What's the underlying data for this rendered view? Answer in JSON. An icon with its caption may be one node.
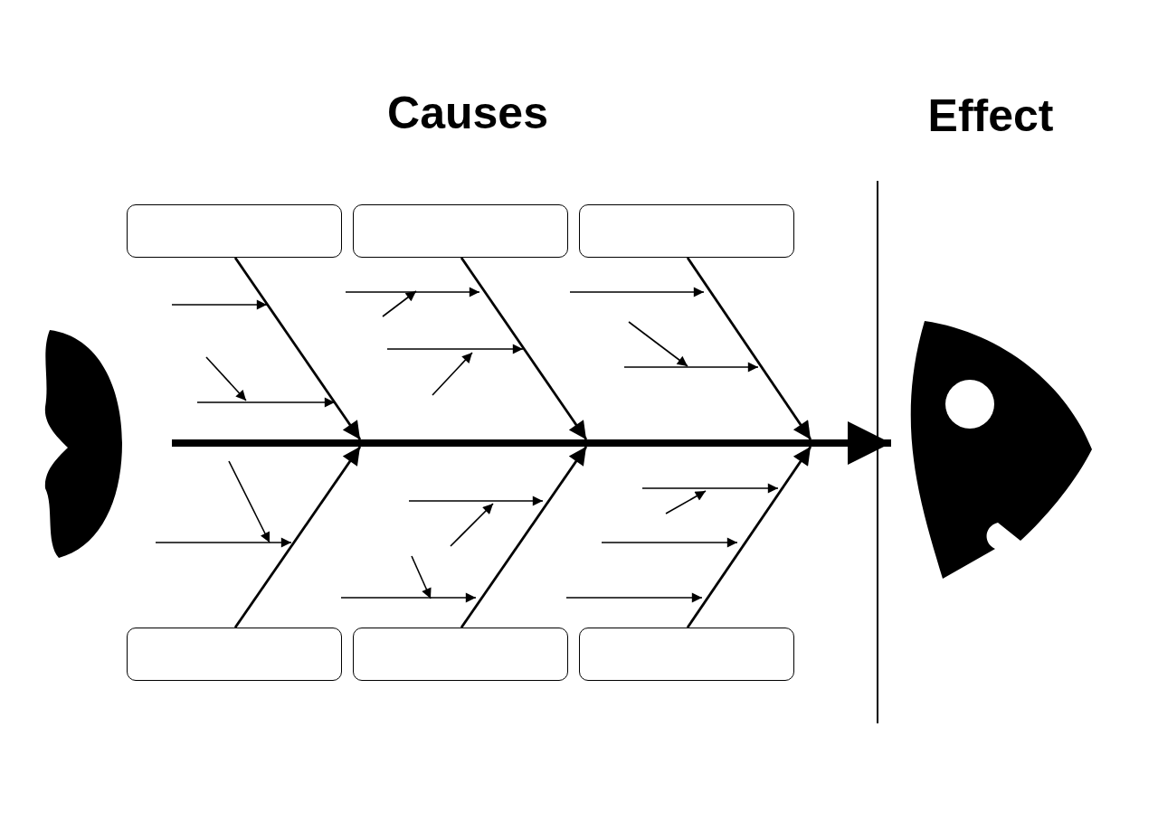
{
  "diagram": {
    "nodes": [
      {
        "text": [],
        "shape": "box"
      },
      {
        "text": [],
        "shape": "box"
      },
      {
        "text": [],
        "shape": "box"
      },
      {
        "text": [],
        "shape": "box"
      },
      {
        "text": [],
        "shape": "box"
      },
      {
        "text": [],
        "shape": "box"
      },
      {
        "text": [],
        "shape": "picture"
      },
      {
        "text": [],
        "shape": "picture"
      }
    ],
    "edges": [
      {
        "from": 0,
        "to": null,
        "arrow": "to"
      },
      {
        "from": 1,
        "to": null,
        "arrow": "to"
      },
      {
        "from": 2,
        "to": null,
        "arrow": "to"
      },
      {
        "from": 3,
        "to": null,
        "arrow": "to"
      },
      {
        "from": 4,
        "to": null,
        "arrow": "to"
      },
      {
        "from": 5,
        "to": null,
        "arrow": "to"
      },
      {
        "from": null,
        "to": 7,
        "arrow": "to",
        "style": "thick"
      }
    ],
    "labels": [
      "Causes",
      "Effect"
    ]
  }
}
